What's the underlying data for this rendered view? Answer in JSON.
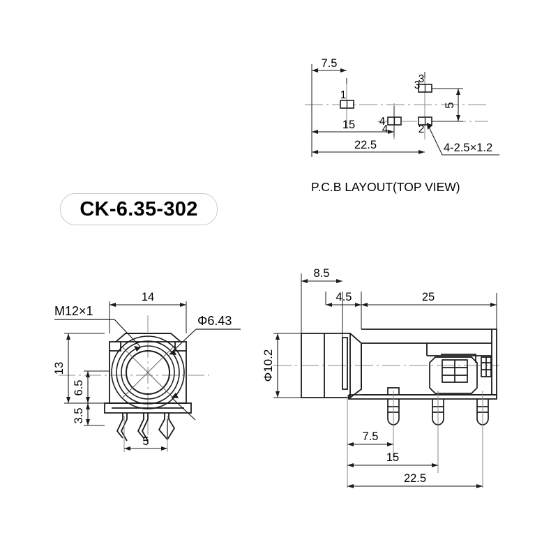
{
  "drawing": {
    "part_number": "CK-6.35-302",
    "pcb_caption": "P.C.B LAYOUT(TOP VIEW)",
    "views": {
      "pcb_layout": {
        "name": "P.C.B LAYOUT(TOP VIEW)",
        "pad_callout": "4-2.5×1.2",
        "pad_labels": [
          "1",
          "2",
          "3",
          "4"
        ],
        "dimensions": {
          "d_7_5": "7.5",
          "d_15": "15",
          "d_22_5": "22.5",
          "d_5": "5",
          "d_3": "3",
          "d_4": "4"
        }
      },
      "front_view": {
        "thread_label": "M12×1",
        "bore_label": "Φ6.43",
        "dimensions": {
          "width_14": "14",
          "height_13": "13",
          "height_6_5": "6.5",
          "height_3_5": "3.5",
          "pin_pitch_5": "5"
        }
      },
      "side_view": {
        "barrel_label": "Φ10.2",
        "dimensions": {
          "d_8_5": "8.5",
          "d_4_5": "4.5",
          "d_25": "25",
          "d_7_5": "7.5",
          "d_15": "15",
          "d_22_5": "22.5"
        }
      }
    },
    "colors": {
      "line": "#1a1a1a",
      "center_line": "#8a8a8a",
      "badge_border": "#c9c9c9",
      "background": "#ffffff"
    }
  }
}
